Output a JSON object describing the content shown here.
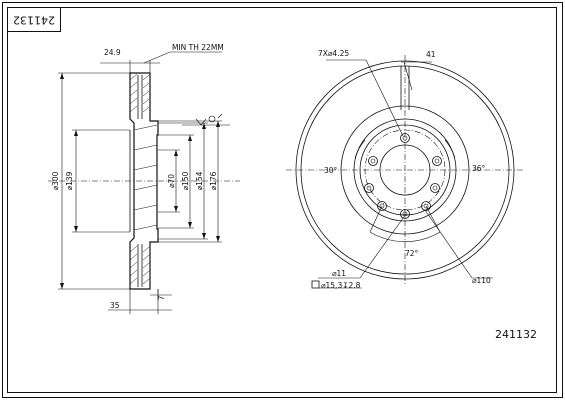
{
  "drawing": {
    "part_code_title": "241132",
    "part_code_bottom": "241132",
    "side_view": {
      "dim_thickness": "24.9",
      "dim_min_thickness": "MIN TH 22MM",
      "dim_outer_diameter": "⌀300",
      "dim_bore_diameter": "⌀139",
      "dim_d70": "⌀70",
      "dim_d150": "⌀150",
      "dim_d154": "⌀154",
      "dim_d176": "⌀176",
      "dim_height": "35",
      "dim_offset": "7"
    },
    "front_view": {
      "dim_holes": "7X⌀4.25",
      "dim_41": "41",
      "angle_30": "30°",
      "angle_36": "36°",
      "angle_72": "72°",
      "dim_d11": "⌀11",
      "dim_spot": "⌀15,3↧2.8",
      "dim_pcd": "⌀110"
    }
  }
}
